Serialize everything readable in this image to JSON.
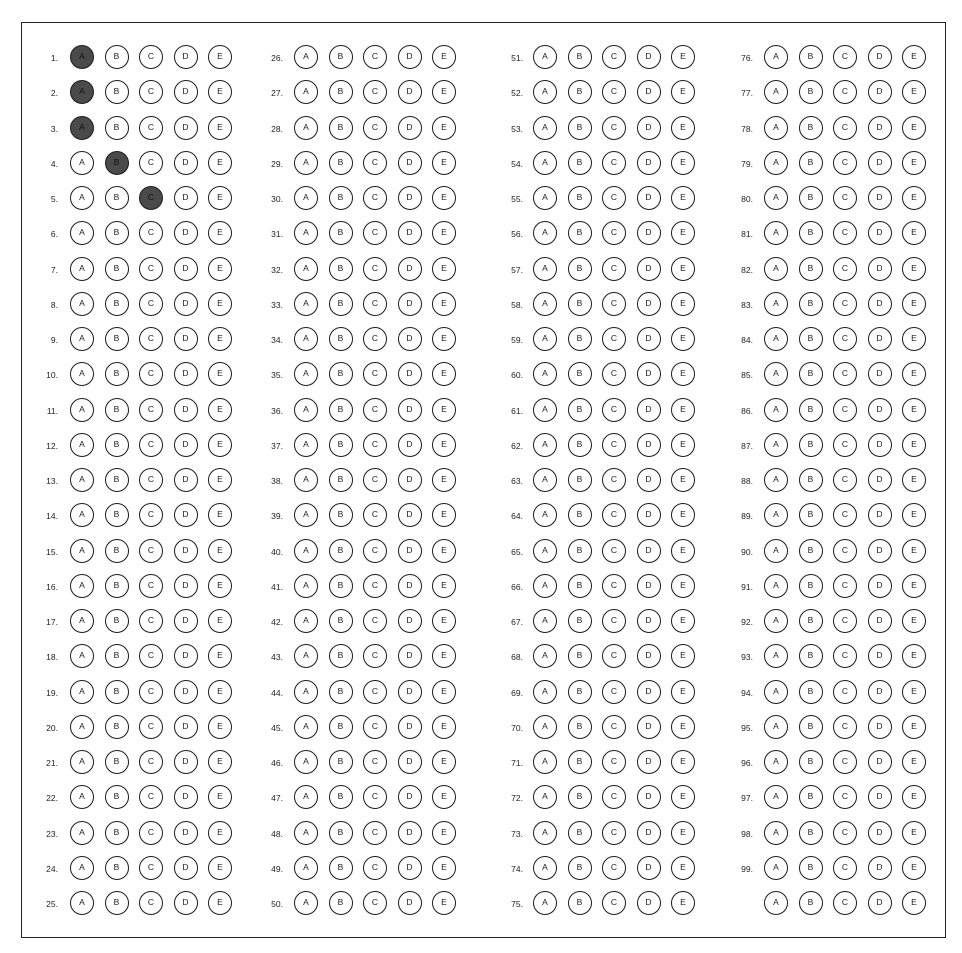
{
  "sheet": {
    "options": [
      "A",
      "B",
      "C",
      "D",
      "E"
    ],
    "columns": [
      {
        "questions": [
          {
            "number": "1.",
            "marked": "A"
          },
          {
            "number": "2.",
            "marked": "A"
          },
          {
            "number": "3.",
            "marked": "A"
          },
          {
            "number": "4.",
            "marked": "B"
          },
          {
            "number": "5.",
            "marked": "C"
          },
          {
            "number": "6.",
            "marked": null
          },
          {
            "number": "7.",
            "marked": null
          },
          {
            "number": "8.",
            "marked": null
          },
          {
            "number": "9.",
            "marked": null
          },
          {
            "number": "10.",
            "marked": null
          },
          {
            "number": "11.",
            "marked": null
          },
          {
            "number": "12.",
            "marked": null
          },
          {
            "number": "13.",
            "marked": null
          },
          {
            "number": "14.",
            "marked": null
          },
          {
            "number": "15.",
            "marked": null
          },
          {
            "number": "16.",
            "marked": null
          },
          {
            "number": "17.",
            "marked": null
          },
          {
            "number": "18.",
            "marked": null
          },
          {
            "number": "19.",
            "marked": null
          },
          {
            "number": "20.",
            "marked": null
          },
          {
            "number": "21.",
            "marked": null
          },
          {
            "number": "22.",
            "marked": null
          },
          {
            "number": "23.",
            "marked": null
          },
          {
            "number": "24.",
            "marked": null
          },
          {
            "number": "25.",
            "marked": null
          }
        ]
      },
      {
        "questions": [
          {
            "number": "26.",
            "marked": null
          },
          {
            "number": "27.",
            "marked": null
          },
          {
            "number": "28.",
            "marked": null
          },
          {
            "number": "29.",
            "marked": null
          },
          {
            "number": "30.",
            "marked": null
          },
          {
            "number": "31.",
            "marked": null
          },
          {
            "number": "32.",
            "marked": null
          },
          {
            "number": "33.",
            "marked": null
          },
          {
            "number": "34.",
            "marked": null
          },
          {
            "number": "35.",
            "marked": null
          },
          {
            "number": "36.",
            "marked": null
          },
          {
            "number": "37.",
            "marked": null
          },
          {
            "number": "38.",
            "marked": null
          },
          {
            "number": "39.",
            "marked": null
          },
          {
            "number": "40.",
            "marked": null
          },
          {
            "number": "41.",
            "marked": null
          },
          {
            "number": "42.",
            "marked": null
          },
          {
            "number": "43.",
            "marked": null
          },
          {
            "number": "44.",
            "marked": null
          },
          {
            "number": "45.",
            "marked": null
          },
          {
            "number": "46.",
            "marked": null
          },
          {
            "number": "47.",
            "marked": null
          },
          {
            "number": "48.",
            "marked": null
          },
          {
            "number": "49.",
            "marked": null
          },
          {
            "number": "50.",
            "marked": null
          }
        ]
      },
      {
        "questions": [
          {
            "number": "51.",
            "marked": null
          },
          {
            "number": "52.",
            "marked": null
          },
          {
            "number": "53.",
            "marked": null
          },
          {
            "number": "54.",
            "marked": null
          },
          {
            "number": "55.",
            "marked": null
          },
          {
            "number": "56.",
            "marked": null
          },
          {
            "number": "57.",
            "marked": null
          },
          {
            "number": "58.",
            "marked": null
          },
          {
            "number": "59.",
            "marked": null
          },
          {
            "number": "60.",
            "marked": null
          },
          {
            "number": "61.",
            "marked": null
          },
          {
            "number": "62.",
            "marked": null
          },
          {
            "number": "63.",
            "marked": null
          },
          {
            "number": "64.",
            "marked": null
          },
          {
            "number": "65.",
            "marked": null
          },
          {
            "number": "66.",
            "marked": null
          },
          {
            "number": "67.",
            "marked": null
          },
          {
            "number": "68.",
            "marked": null
          },
          {
            "number": "69.",
            "marked": null
          },
          {
            "number": "70.",
            "marked": null
          },
          {
            "number": "71.",
            "marked": null
          },
          {
            "number": "72.",
            "marked": null
          },
          {
            "number": "73.",
            "marked": null
          },
          {
            "number": "74.",
            "marked": null
          },
          {
            "number": "75.",
            "marked": null
          }
        ]
      },
      {
        "questions": [
          {
            "number": "76.",
            "marked": null
          },
          {
            "number": "77.",
            "marked": null
          },
          {
            "number": "78.",
            "marked": null
          },
          {
            "number": "79.",
            "marked": null
          },
          {
            "number": "80.",
            "marked": null
          },
          {
            "number": "81.",
            "marked": null
          },
          {
            "number": "82.",
            "marked": null
          },
          {
            "number": "83.",
            "marked": null
          },
          {
            "number": "84.",
            "marked": null
          },
          {
            "number": "85.",
            "marked": null
          },
          {
            "number": "86.",
            "marked": null
          },
          {
            "number": "87.",
            "marked": null
          },
          {
            "number": "88.",
            "marked": null
          },
          {
            "number": "89.",
            "marked": null
          },
          {
            "number": "90.",
            "marked": null
          },
          {
            "number": "91.",
            "marked": null
          },
          {
            "number": "92.",
            "marked": null
          },
          {
            "number": "93.",
            "marked": null
          },
          {
            "number": "94.",
            "marked": null
          },
          {
            "number": "95.",
            "marked": null
          },
          {
            "number": "96.",
            "marked": null
          },
          {
            "number": "97.",
            "marked": null
          },
          {
            "number": "98.",
            "marked": null
          },
          {
            "number": "99.",
            "marked": null
          },
          {
            "number": "",
            "marked": null
          }
        ]
      }
    ]
  }
}
